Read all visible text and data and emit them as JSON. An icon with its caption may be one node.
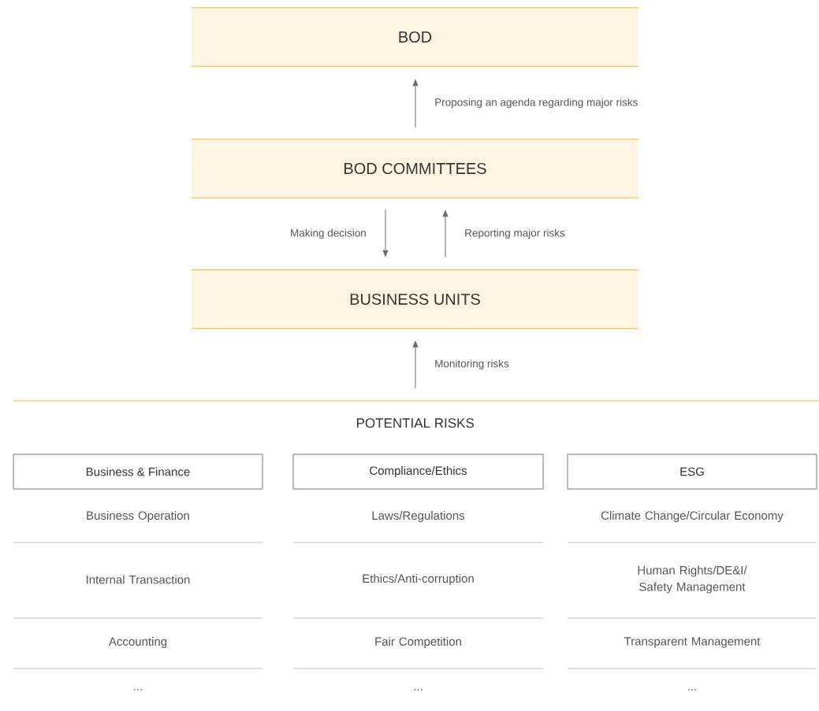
{
  "diagram": {
    "nodes": [
      {
        "text": [
          "BOD"
        ]
      },
      {
        "text": [
          "BOD COMMITTEES"
        ]
      },
      {
        "text": [
          "BUSINESS UNITS"
        ]
      },
      {
        "text": [
          "POTENTIAL RISKS"
        ]
      },
      {
        "text": [
          "Business & Finance"
        ]
      },
      {
        "text": [
          "Compliance/Ethics"
        ]
      },
      {
        "text": [
          "ESG"
        ]
      }
    ],
    "edges": [
      {
        "from": 1,
        "to": 0,
        "arrow": "to",
        "label": "Proposing an agenda regarding major risks"
      },
      {
        "from": 1,
        "to": 2,
        "arrow": "to",
        "label": "Making decision"
      },
      {
        "from": 2,
        "to": 1,
        "arrow": "to",
        "label": "Reporting major risks"
      },
      {
        "from": 3,
        "to": 2,
        "arrow": "to",
        "label": "Monitoring risks"
      }
    ],
    "labels": [
      "Business Operation",
      "Laws/Regulations",
      "Climate Change/Circular Economy",
      "Internal Transaction",
      "Ethics/Anti-corruption",
      "Human Rights/DE&I/ Safety Management",
      "Accounting",
      "Fair Competition",
      "Transparent Management",
      "...",
      "...",
      "..."
    ]
  }
}
